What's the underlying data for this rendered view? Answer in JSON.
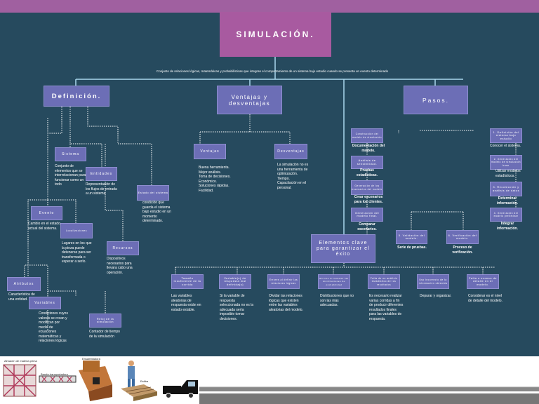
{
  "colors": {
    "background": "#264a5e",
    "band": "#a060a0",
    "title_box": "#a85aa0",
    "box": "#6c6eb6",
    "box_dark": "#5a5ca8",
    "connector": "#aad8ee",
    "dotted": "#ffffff",
    "text": "#ffffff"
  },
  "title": "SIMULACIÓN.",
  "subtitle": "Conjunto de relaciones lógicas, matemáticas y probabilísticas que integran el comportamiento de un sistema bajo estudio cuando se presenta un evento determinado",
  "definicion": {
    "label": "Definición.",
    "sistema": {
      "label": "Sistema",
      "desc": "Conjunto de elementos que se interrelacionan para funcionar como un todo"
    },
    "entidades": {
      "label": "Entidades",
      "desc": "Representación de los flujos de entrada a un sistema"
    },
    "estado": {
      "label": "Estado del sistema",
      "desc": "condición que guarda el sistema bajo estudio en un momento determinado."
    },
    "evento": {
      "label": "Evento",
      "desc": "Cambio en el estado actual del sistema."
    },
    "localizaciones": {
      "label": "Localizaciones",
      "desc": "Lugares en los que la pieza puede detenerse para ser transformada o esperar a serlo."
    },
    "recursos": {
      "label": "Recursos",
      "desc": "Dispositivos necesarios para llevara cabo una operación."
    },
    "atributos": {
      "label": "Atributos",
      "desc": "Característica de una entidad."
    },
    "variables": {
      "label": "Variables",
      "desc": "Condiciones cuyos valores se crean y modifican por medio de ecuaciones matemáticas y relaciones lógicas"
    },
    "reloj": {
      "label": "Reloj de la simulación",
      "desc": "Contador de tiempo de la simulación"
    }
  },
  "ventajas": {
    "label": "Ventajas y desventajas",
    "ventajas_label": "Ventajas",
    "ventajas_items": [
      "Buena herramienta.",
      "Mejor análisis.",
      "Toma de decisiones.",
      "Económico.",
      "Soluciones rápidas.",
      "Facilidad."
    ],
    "desventajas_label": "Desventajas",
    "desventajas_items": [
      "La simulación no es una herramienta de optimización.",
      "Tiempo.",
      "Capacitación en el personal."
    ]
  },
  "pasos": {
    "label": "Pasos.",
    "left": [
      {
        "label": "Construcción del modelo de simulación",
        "desc": "Documentación del modelo."
      },
      {
        "label": "Análisis de sensibilidad.",
        "desc": "Pruebas estadísticas."
      },
      {
        "label": "Generación de los escenarios del modelo",
        "desc": "Crear escenarios para los clientes."
      },
      {
        "label": "Generación del modelo final.",
        "desc": "Comparar escenarios."
      }
    ],
    "right": [
      {
        "label": "1. Definición del sistema bajo estudio",
        "desc": "Conocer el sistema."
      },
      {
        "label": "2. Generación del modelo de simulación base",
        "desc": "Utilizar modelos estadísticos."
      },
      {
        "label": "3. Recolección y análisis de datos",
        "desc": "Determinar información."
      },
      {
        "label": "4. Generación del modelo preliminar",
        "desc": "Integrar información."
      }
    ],
    "validacion": {
      "label": "5. Validación del modelo.",
      "desc": "Serie de pruebas."
    },
    "verificacion": {
      "label": "6. Verificación del modelo.",
      "desc": "Proceso de verificación."
    }
  },
  "elementos": {
    "label": "Elementos clave para garantizar el éxito",
    "items": [
      {
        "label": "Tamaño insuficiente de la corrida",
        "desc": "Las variables aleatorias de respuesta están en estado estable."
      },
      {
        "label": "Variable(s) de respuesta mal definida(s)",
        "desc": "Si la variable de respuesta seleccionada no es la adecuada sería imposible tomar decisiones."
      },
      {
        "label": "Errores al definir las relaciones lógicas",
        "desc": "Olvidar las relaciones lógicas que existen entre las variables aleatorias del modelo."
      },
      {
        "label": "Errores al modelar las distribuciones de probabilidad",
        "desc": "Distribuciones que no son las más adecuadas."
      },
      {
        "label": "Falta de un análisis estadístico de los resultados",
        "desc": "Es necesario realizar varias corridas a fin de producir diferentes resultados finales para las variables de respuesta."
      },
      {
        "label": "Uso incorrecto de la información obtenida",
        "desc": "Depurar y organizar."
      },
      {
        "label": "Falta o exceso de detalle en el modelo.",
        "desc": "Considerar es el nivel de detalle del modelo."
      }
    ]
  },
  "footer_labels": {
    "almacen": "Almacén de materia prima",
    "banda": "Banda transportadora",
    "ensambladora": "Ensambladora",
    "estiba": "Estiba"
  },
  "icons": [
    "storage-rack-icon",
    "conveyor-belt-icon",
    "assembly-machine-icon",
    "worker-icon",
    "pallet-icon",
    "truck-icon"
  ]
}
